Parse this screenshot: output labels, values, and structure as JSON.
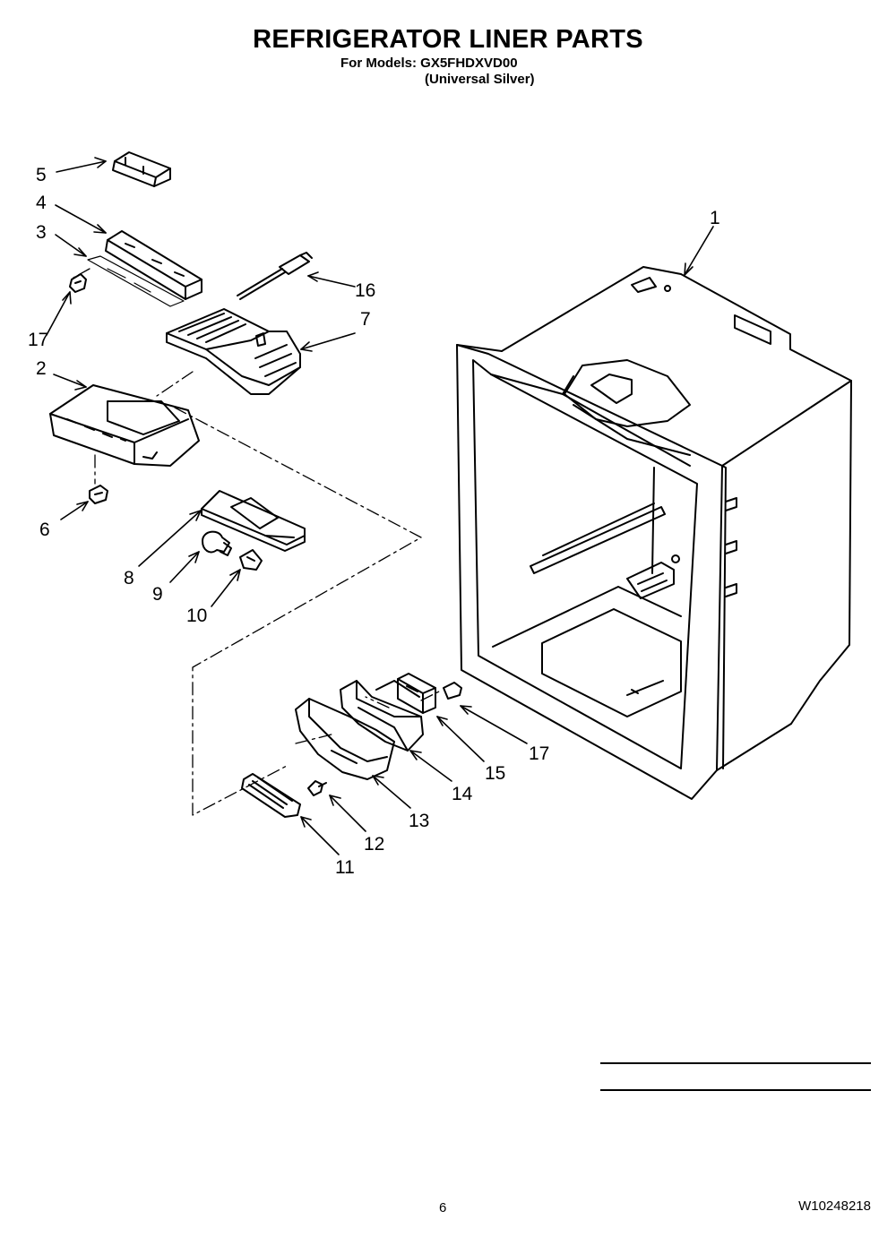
{
  "header": {
    "title": "REFRIGERATOR LINER PARTS",
    "models_line": "For Models: GX5FHDXVD00",
    "variant_line": "(Universal Silver)"
  },
  "callouts": [
    "1",
    "2",
    "3",
    "4",
    "5",
    "6",
    "7",
    "8",
    "9",
    "10",
    "11",
    "12",
    "13",
    "14",
    "15",
    "16",
    "17",
    "17"
  ],
  "footer": {
    "page_number": "6",
    "document_number": "W10248218"
  }
}
